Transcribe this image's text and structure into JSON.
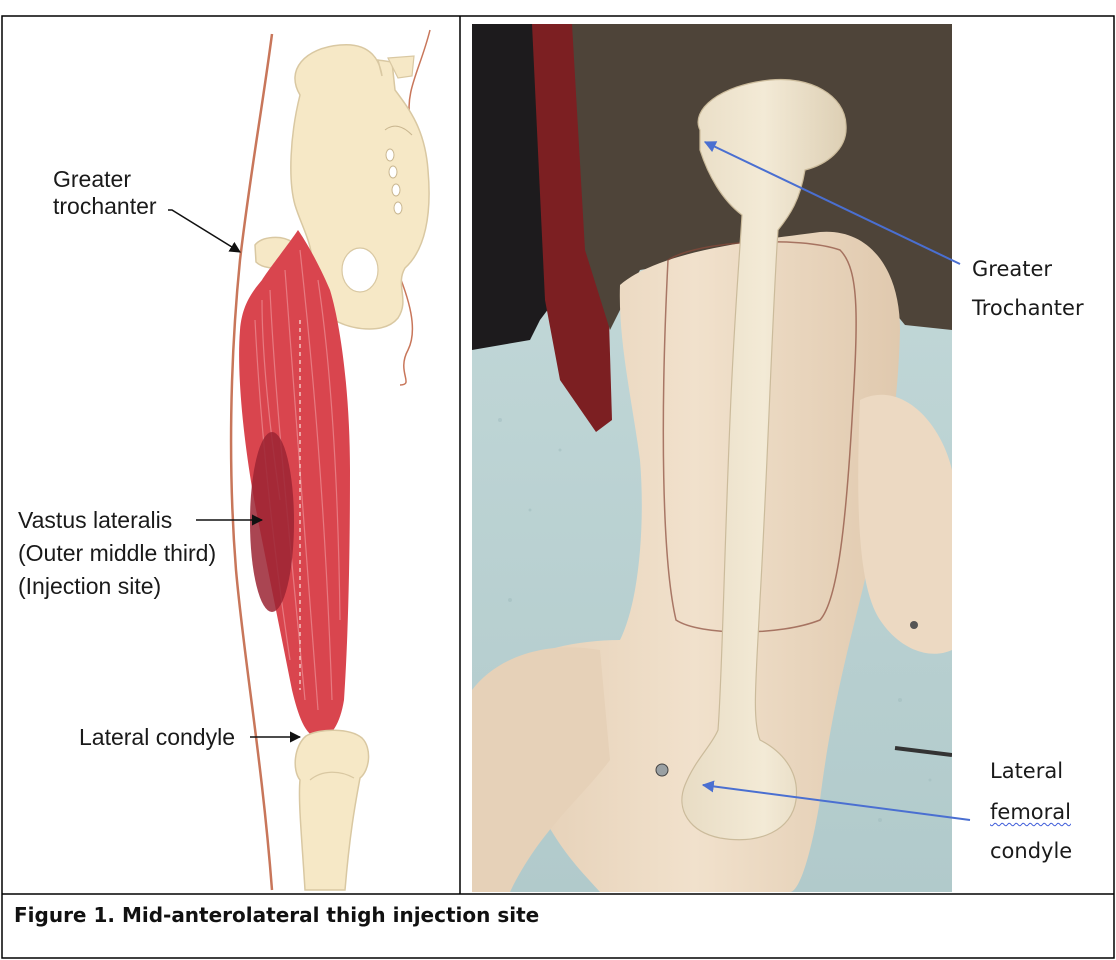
{
  "figure": {
    "caption": "Figure 1. Mid-anterolateral thigh injection site"
  },
  "left_diagram": {
    "labels": {
      "greater_trochanter_line1": "Greater",
      "greater_trochanter_line2": "trochanter",
      "vastus_line1": "Vastus lateralis",
      "vastus_line2": "(Outer middle third)",
      "vastus_line3": "(Injection site)",
      "lateral_condyle": "Lateral condyle"
    }
  },
  "right_photo": {
    "labels": {
      "greater_trochanter_line1": "Greater",
      "greater_trochanter_line2": "Trochanter",
      "lateral_femoral_line1": "Lateral",
      "lateral_femoral_line2": "femoral",
      "lateral_femoral_line3": "condyle"
    }
  },
  "colors": {
    "bone": "#f6e8c6",
    "muscle": "#d9454e",
    "injection_site": "#9b2434",
    "skin_line": "#c8765a",
    "arrow_blue": "#4a6fd1",
    "manikin_skin": "#ecd9c2",
    "floor": "#b9d2d3",
    "cloth": "#4e4439",
    "chair_red": "#7c1f22"
  }
}
